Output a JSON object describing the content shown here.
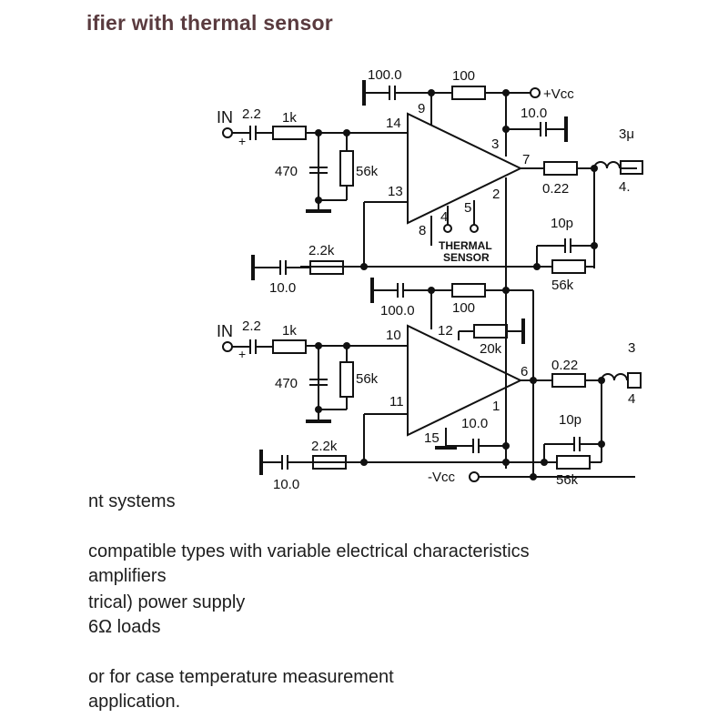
{
  "title": "ifier  with thermal sensor",
  "labels": {
    "in1": "IN",
    "in2": "IN",
    "plus": "+",
    "c_in1": "2.2",
    "r_in1": "1k",
    "c_shunt1": "470",
    "r_bias1": "56k",
    "c_vcc": "100.0",
    "r_vcc": "100",
    "vcc": "+Vcc",
    "c_pin3": "10.0",
    "pin9": "9",
    "pin14": "14",
    "pin3": "3",
    "pin7": "7",
    "pin2": "2",
    "pin13": "13",
    "pin8": "8",
    "pin4": "4",
    "pin5": "5",
    "thermal1": "THERMAL",
    "thermal2": "SENSOR",
    "r_out1": "0.22",
    "l_out1": "3μ",
    "r_load1": "4.",
    "c_fb1": "10p",
    "r_fb1": "56k",
    "c_gnd1": "10.0",
    "r_gnd1": "2.2k",
    "c_mid": "100.0",
    "r_mid": "100",
    "c_in2": "2.2",
    "r_in2": "1k",
    "c_shunt2": "470",
    "r_bias2": "56k",
    "pin10": "10",
    "pin12": "12",
    "r_pin12": "20k",
    "pin6": "6",
    "pin11": "11",
    "pin1": "1",
    "pin15": "15",
    "c_pin15": "10.0",
    "r_out2": "0.22",
    "l_out2": "3",
    "r_load2": "4",
    "c_fb2": "10p",
    "r_fb2": "56k",
    "c_gnd2": "10.0",
    "r_gnd2": "2.2k",
    "vee": "-Vcc"
  },
  "bullets": [
    "nt systems",
    "compatible types with variable electrical characteristics",
    "amplifiers",
    "trical) power supply",
    "6Ω loads",
    "or for case temperature measurement",
    "application."
  ]
}
